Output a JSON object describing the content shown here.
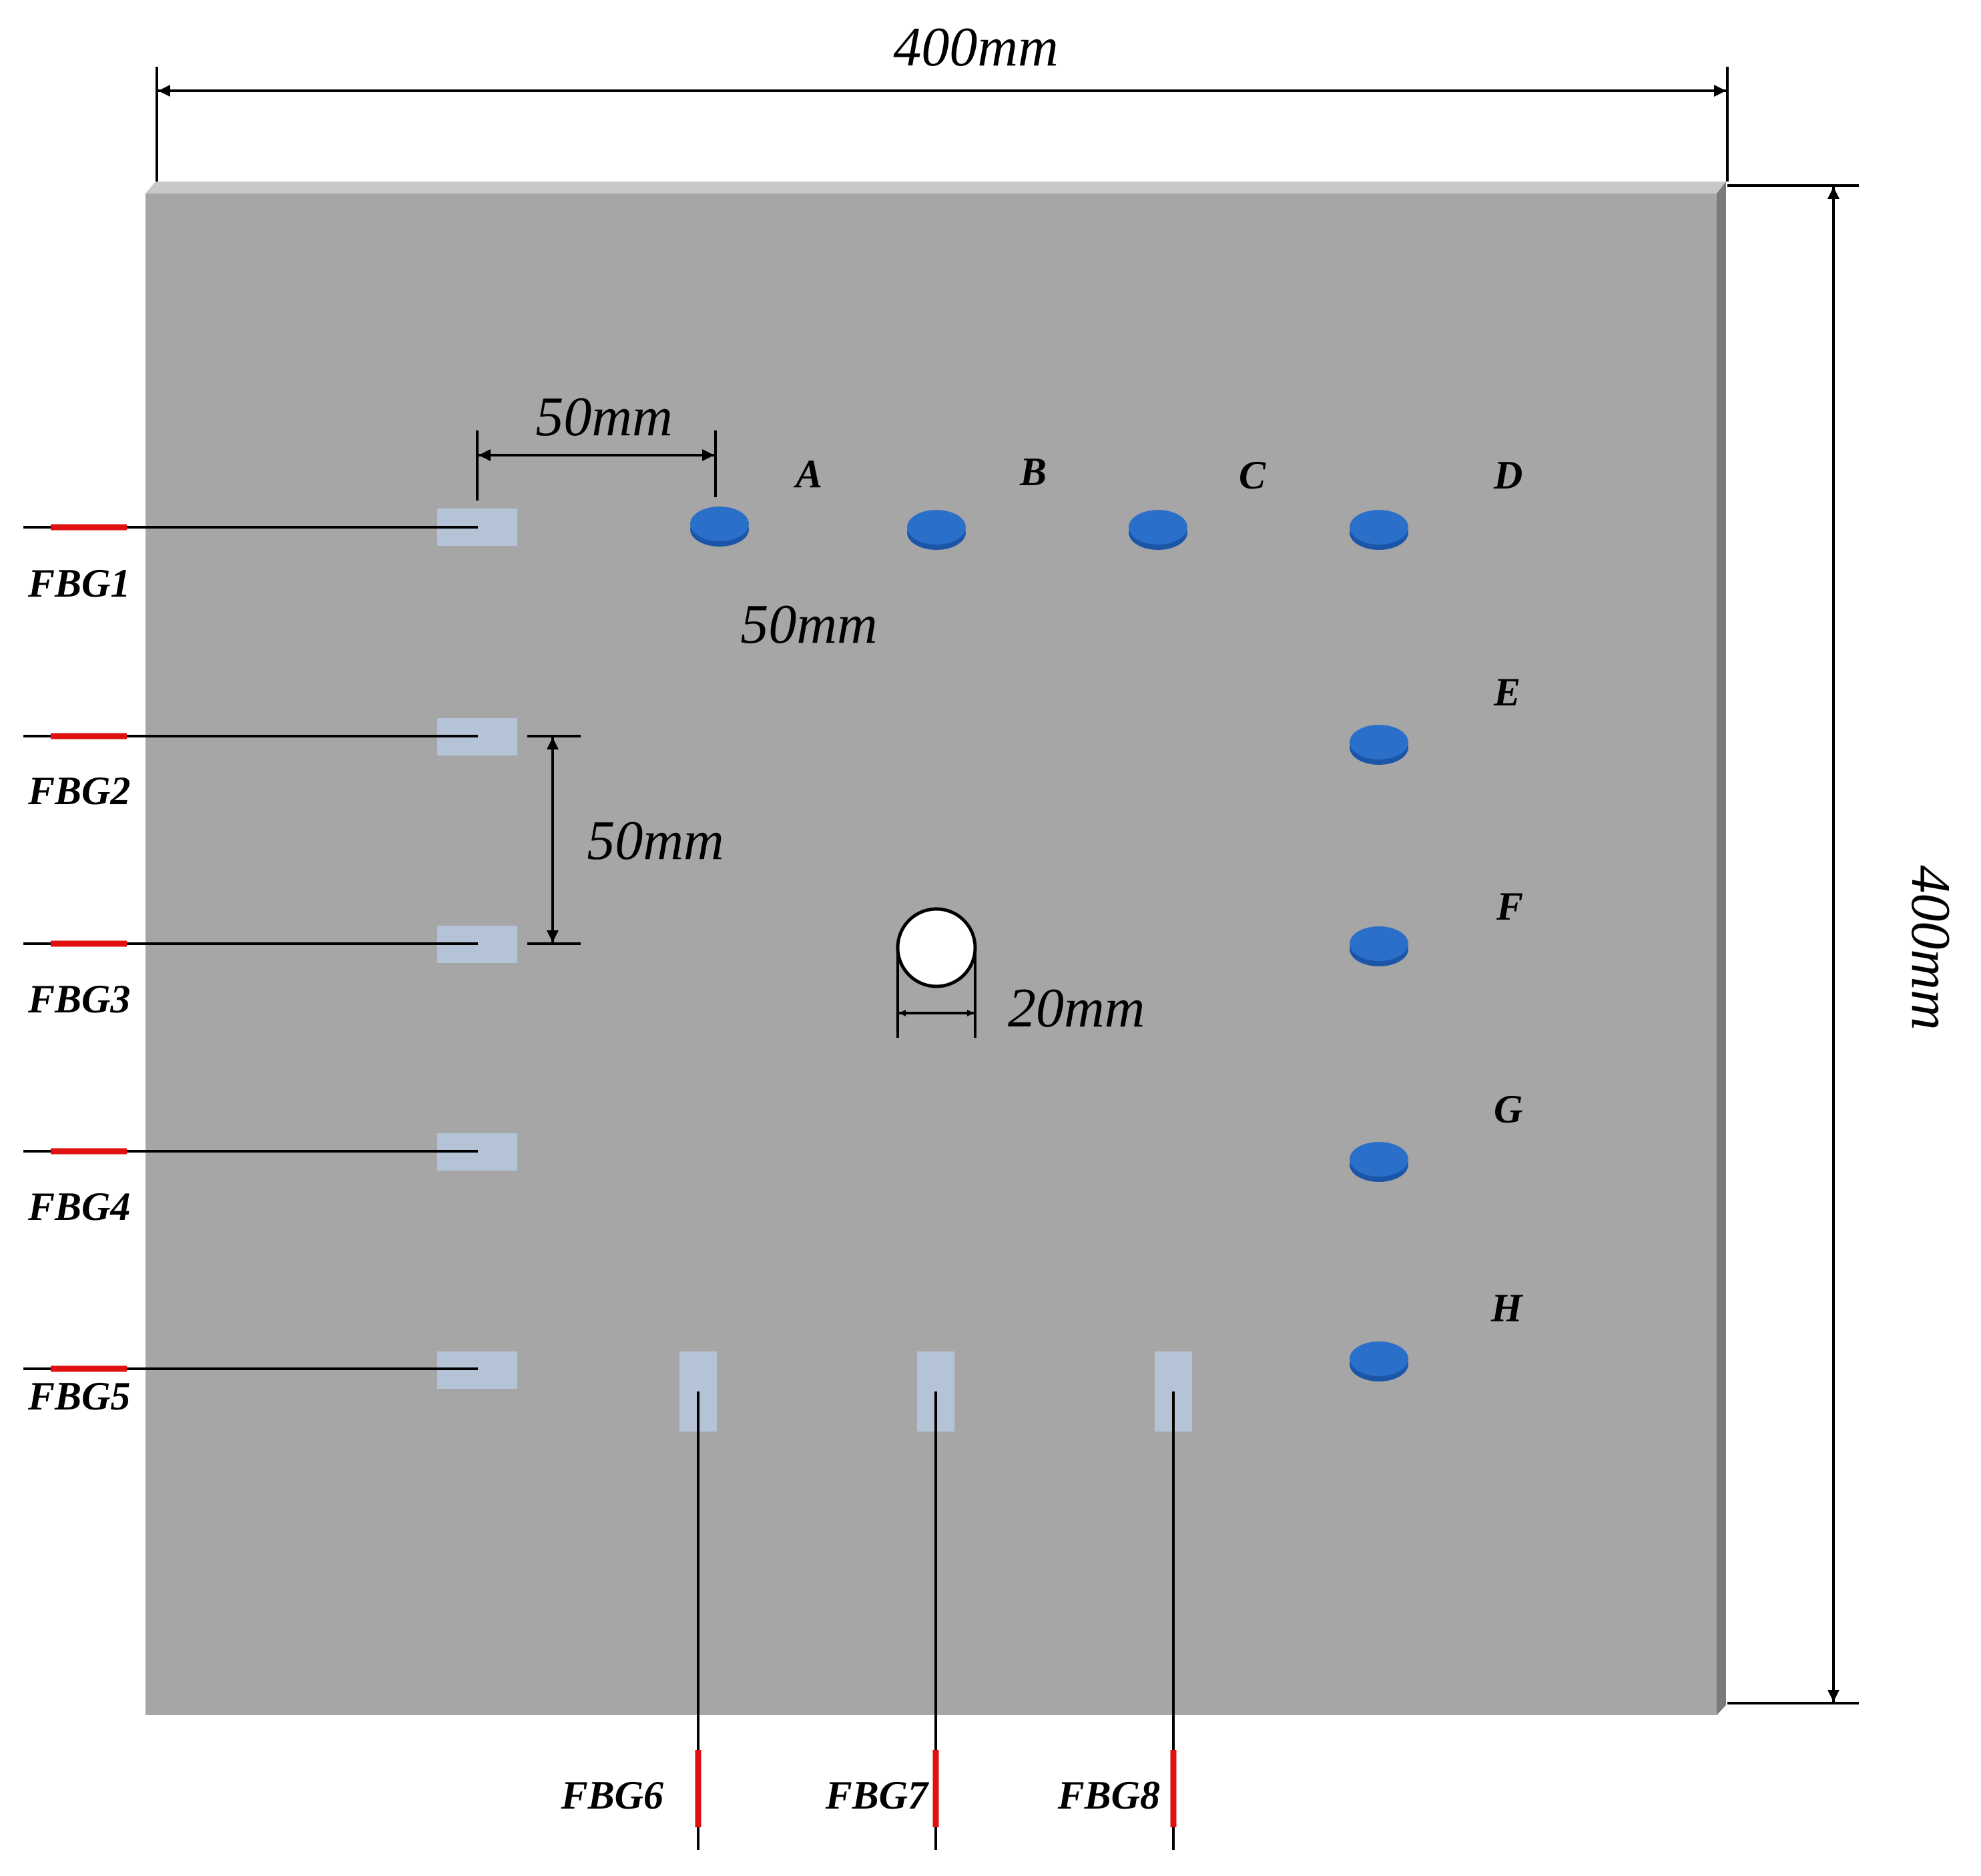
{
  "dimensions": {
    "plate_width": "400mm",
    "plate_height": "400mm",
    "sensor_horizontal_spacing": "50mm",
    "pzt_spacing": "50mm",
    "sensor_vertical_spacing": "50mm",
    "hole_diameter": "20mm"
  },
  "fbg_sensors": [
    {
      "id": "FBG1",
      "label": "FBG1"
    },
    {
      "id": "FBG2",
      "label": "FBG2"
    },
    {
      "id": "FBG3",
      "label": "FBG3"
    },
    {
      "id": "FBG4",
      "label": "FBG4"
    },
    {
      "id": "FBG5",
      "label": "FBG5"
    },
    {
      "id": "FBG6",
      "label": "FBG6"
    },
    {
      "id": "FBG7",
      "label": "FBG7"
    },
    {
      "id": "FBG8",
      "label": "FBG8"
    }
  ],
  "pzt_points": [
    "A",
    "B",
    "C",
    "D",
    "E",
    "F",
    "G",
    "H"
  ],
  "colors": {
    "plate": "#a6a6a6",
    "plate_top_edge": "#c8c8c8",
    "plate_side_edge": "#7a7a7a",
    "sensor_patch": "#b4c4d6",
    "pzt_disc": "#2a6fc9",
    "grating": "#e01010",
    "fiber": "#000000",
    "hole": "#ffffff"
  }
}
